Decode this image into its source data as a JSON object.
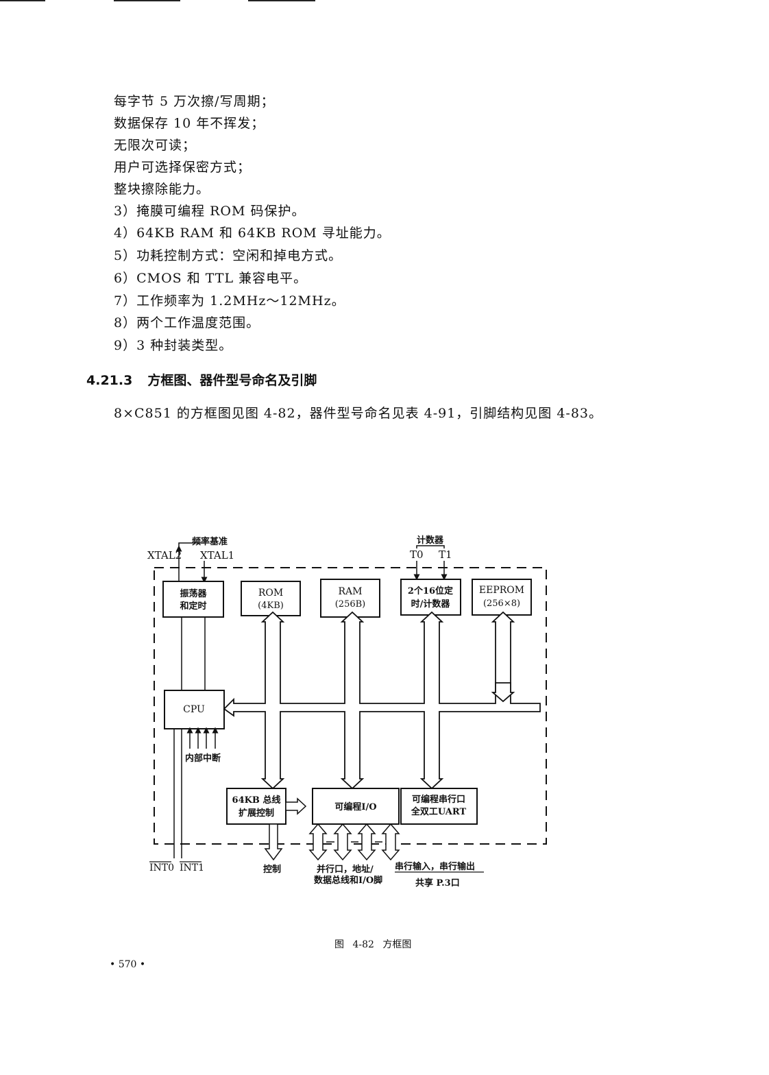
{
  "body_lines": [
    "每字节 5 万次擦/写周期；",
    "数据保存 10 年不挥发；",
    "无限次可读；",
    "用户可选择保密方式；",
    "整块擦除能力。",
    "3）掩膜可编程 ROM 码保护。",
    "4）64KB RAM 和 64KB ROM 寻址能力。",
    "5）功耗控制方式：空闲和掉电方式。",
    "6）CMOS 和 TTL 兼容电平。",
    "7）工作频率为 1.2MHz～12MHz。",
    "8）两个工作温度范围。",
    "9）3 种封装类型。"
  ],
  "section": {
    "number": "4.21.3",
    "title": "方框图、器件型号命名及引脚"
  },
  "paragraph": "8×C851 的方框图见图 4-82，器件型号命名见表 4-91，引脚结构见图 4-83。",
  "diagram": {
    "freq_ref": "频率基准",
    "xtal2": "XTAL2",
    "xtal1": "XTAL1",
    "counter": "计数器",
    "t0": "T0",
    "t1": "T1",
    "osc_line1": "振荡器",
    "osc_line2": "和定时",
    "rom_line1": "ROM",
    "rom_line2": "(4KB)",
    "ram_line1": "RAM",
    "ram_line2": "(256B)",
    "timer_line1": "2个16位定",
    "timer_line2": "时/计数器",
    "eeprom_line1": "EEPROM",
    "eeprom_line2": "(256×8)",
    "cpu": "CPU",
    "internal_int": "内部中断",
    "bus_line1": "64KB 总线",
    "bus_line2": "扩展控制",
    "io": "可编程I/O",
    "uart_line1": "可编程串行口",
    "uart_line2": "全双工UART",
    "int0": "INT0",
    "int1": "INT1",
    "control": "控制",
    "port_line1": "并行口，地址/",
    "port_line2": "数据总线和I/O脚",
    "serial_line1": "串行输入，串行输出",
    "serial_line2": "共享 P.3口"
  },
  "caption": "图 4-82   方框图",
  "page_number": "• 570 •"
}
